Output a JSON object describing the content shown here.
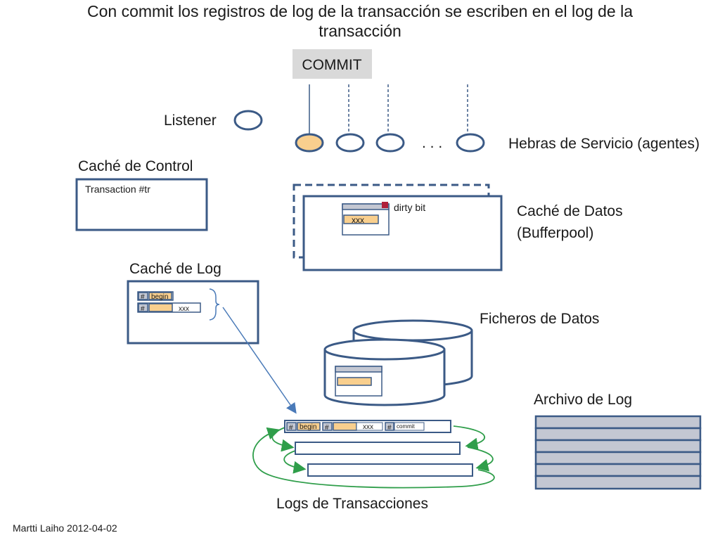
{
  "title_line1": "Con commit los registros de log de la transacción se escriben en el log de la",
  "title_line2": "transacción",
  "commit_label": "COMMIT",
  "listener_label": "Listener",
  "ellipsis": ". . .",
  "service_threads_label": "Hebras de Servicio (agentes)",
  "control_cache_label": "Caché de Control",
  "transaction_text": "Transaction #tr",
  "data_cache_label_line1": "Caché de Datos",
  "data_cache_label_line2": "(Bufferpool)",
  "dirty_bit_label": "dirty bit",
  "xxx": "xxx",
  "log_cache_label": "Caché de Log",
  "hash": "#",
  "begin": "begin",
  "commit_small": "commit",
  "data_files_label": "Ficheros de Datos",
  "log_archive_label": "Archivo de Log",
  "transaction_logs_label": "Logs de Transacciones",
  "footer_author": "Martti Laiho 2012-04-02",
  "colors": {
    "stroke": "#3b5a86",
    "peach": "#f9cf8e",
    "grey": "#c3c7d2",
    "commit_bg": "#d9d9d9",
    "green": "#2f9e4a",
    "dirty": "#b0203a",
    "arrow": "#4a7ab8"
  }
}
